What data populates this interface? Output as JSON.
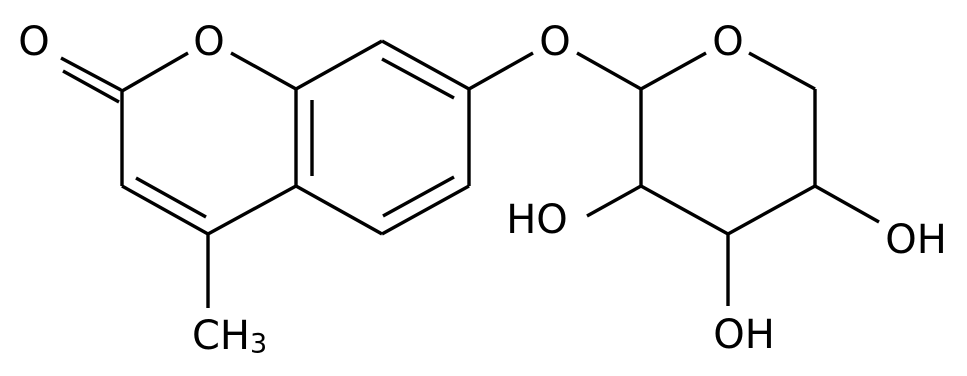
{
  "molecule": {
    "atoms": {
      "carbonyl_o": "O",
      "ring_o": "O",
      "ether_o": "O",
      "sugar_ring_o": "O",
      "oh_left": "HO",
      "oh_bottom": "OH",
      "oh_right": "OH",
      "methyl_main": "CH",
      "methyl_sub": "3"
    }
  }
}
